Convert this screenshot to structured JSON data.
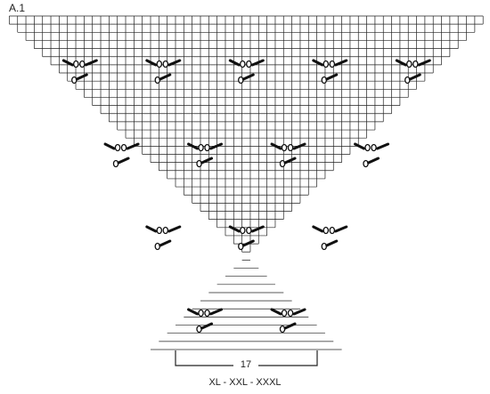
{
  "diagram": {
    "title": "A.1",
    "stitch_count": "17",
    "size_label": "XL - XXL - XXXL",
    "motif_symbol": "cable-cross-with-bobble-icon",
    "grid_color": "#222222",
    "motif_color": "#111111",
    "motif_rows": [
      {
        "count": 5
      },
      {
        "count": 4
      },
      {
        "count": 3
      },
      {
        "count": 2
      }
    ]
  }
}
